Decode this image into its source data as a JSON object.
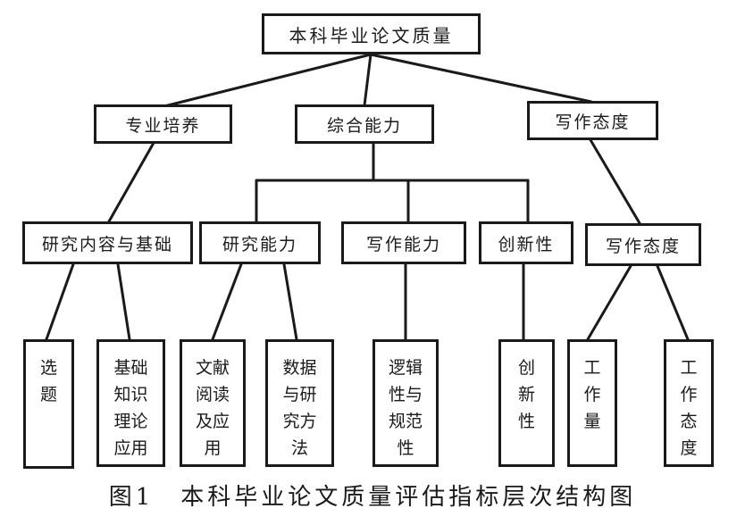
{
  "root": {
    "label": "本科毕业论文质量"
  },
  "level1": [
    {
      "id": "l1-professional",
      "label": "专业培养"
    },
    {
      "id": "l1-comprehensive",
      "label": "综合能力"
    },
    {
      "id": "l1-attitude",
      "label": "写作态度"
    }
  ],
  "level2": [
    {
      "id": "l2-research-content",
      "label": "研究内容与基础"
    },
    {
      "id": "l2-research-ability",
      "label": "研究能力"
    },
    {
      "id": "l2-writing-ability",
      "label": "写作能力"
    },
    {
      "id": "l2-innovation",
      "label": "创新性"
    },
    {
      "id": "l2-writing-attitude",
      "label": "写作态度"
    }
  ],
  "level3": [
    {
      "id": "l3-topic",
      "label": "选\n题"
    },
    {
      "id": "l3-basic-knowledge",
      "label": "基础\n知识\n理论\n应用"
    },
    {
      "id": "l3-literature",
      "label": "文献\n阅读\n及应\n用"
    },
    {
      "id": "l3-data-methods",
      "label": "数据\n与研\n究方\n法"
    },
    {
      "id": "l3-logic",
      "label": "逻辑\n性与\n规范\n性"
    },
    {
      "id": "l3-innovation",
      "label": "创\n新\n性"
    },
    {
      "id": "l3-workload",
      "label": "工\n作\n量"
    },
    {
      "id": "l3-work-attitude",
      "label": "工\n作\n态\n度"
    }
  ],
  "caption": "图1　本科毕业论文质量评估指标层次结构图",
  "colors": {
    "line": "#1a1a1a",
    "background": "#ffffff"
  }
}
